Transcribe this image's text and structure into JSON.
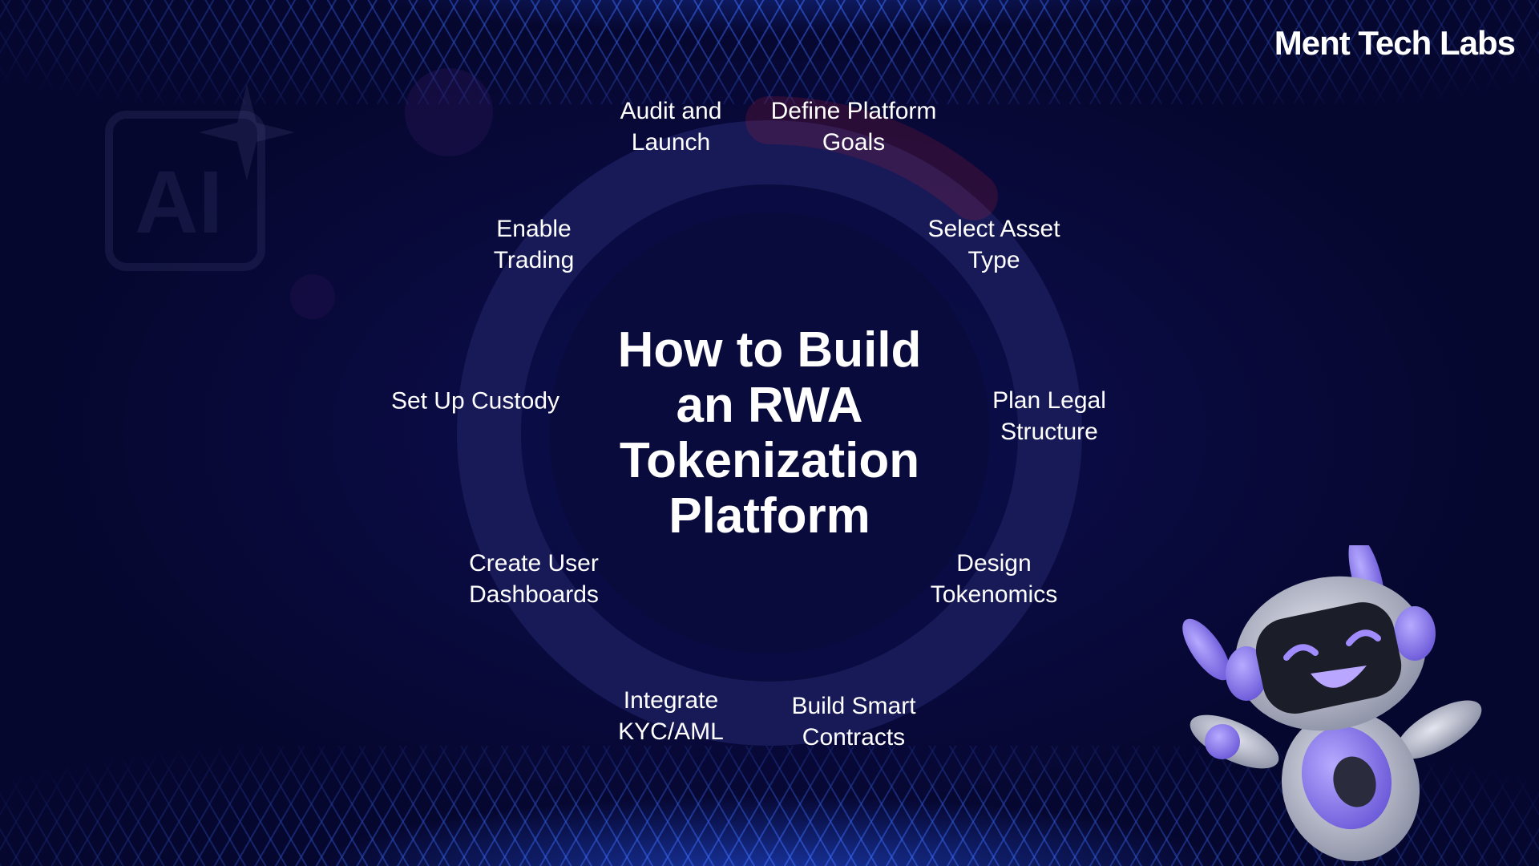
{
  "brand": {
    "logo_text": "Ment Tech Labs"
  },
  "title": "How to Build an RWA Tokenization Platform",
  "steps": [
    {
      "lines": [
        "Define Platform",
        "Goals"
      ]
    },
    {
      "lines": [
        "Select Asset",
        "Type"
      ]
    },
    {
      "lines": [
        "Plan Legal",
        "Structure"
      ]
    },
    {
      "lines": [
        "Design",
        "Tokenomics"
      ]
    },
    {
      "lines": [
        "Build Smart",
        "Contracts"
      ]
    },
    {
      "lines": [
        "Integrate",
        "KYC/AML"
      ]
    },
    {
      "lines": [
        "Create User",
        "Dashboards"
      ]
    },
    {
      "lines": [
        "Set Up Custody"
      ]
    },
    {
      "lines": [
        "Enable",
        "Trading"
      ]
    },
    {
      "lines": [
        "Audit and",
        "Launch"
      ]
    }
  ],
  "decor": {
    "watermark_text": "AI",
    "icons": [
      "ai-sparkle-icon",
      "robot-mascot"
    ]
  },
  "colors": {
    "background": "#07093a",
    "mesh": "#3c6eff",
    "ring": "#1a1c5a",
    "accent_red": "#c8223a",
    "text": "#ffffff",
    "robot_purple": "#8c7cf0"
  }
}
